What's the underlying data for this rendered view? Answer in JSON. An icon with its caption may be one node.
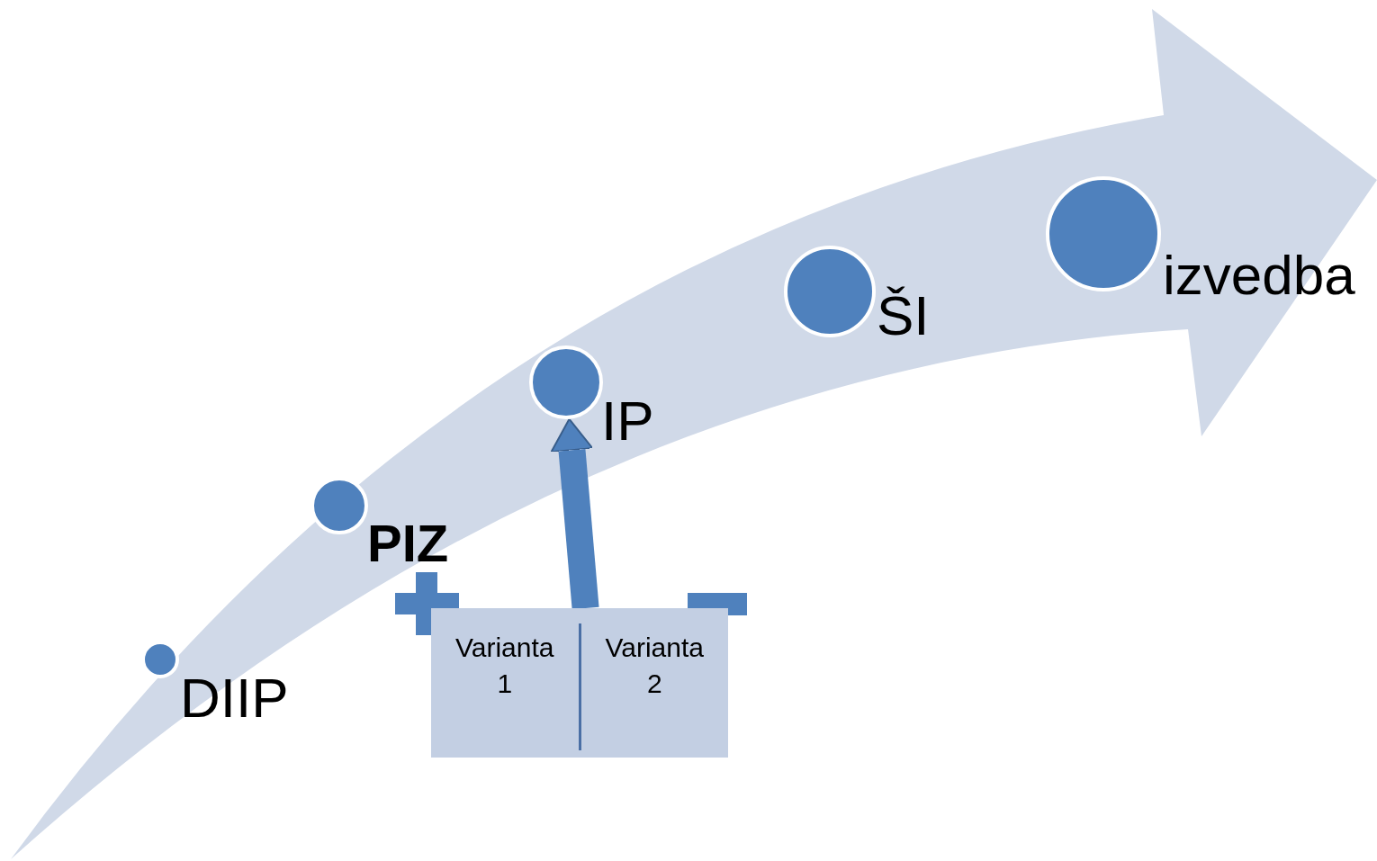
{
  "diagram": {
    "nodes": [
      {
        "text": [],
        "shape": "circle",
        "beside": [
          "DIIP"
        ]
      },
      {
        "text": [],
        "shape": "circle",
        "beside": [
          "PIZ"
        ]
      },
      {
        "text": [],
        "shape": "circle",
        "beside": [
          "IP"
        ]
      },
      {
        "text": [],
        "shape": "circle",
        "beside": [
          "ŠI"
        ]
      },
      {
        "text": [],
        "shape": "circle",
        "beside": [
          "izvedba"
        ]
      },
      {
        "text": [
          "Varianta 1",
          "Varianta 2"
        ]
      }
    ],
    "edges": [
      {
        "from": 5,
        "to": 2,
        "arrow": "to"
      }
    ]
  }
}
